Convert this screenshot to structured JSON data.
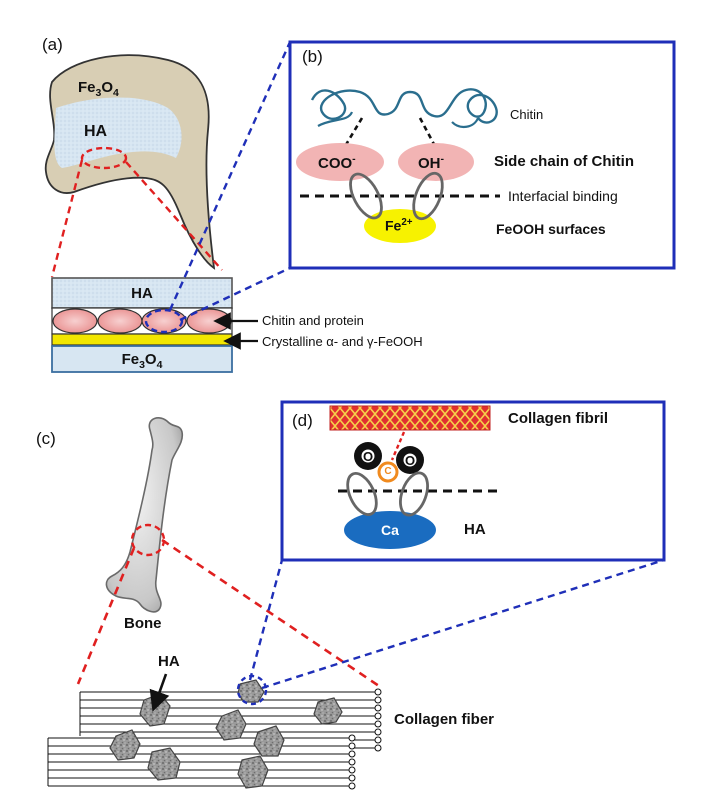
{
  "panels": {
    "a": {
      "label": "(a)",
      "tooth_outer": {
        "prefix": "Fe",
        "sub1": "3",
        "mid": "O",
        "sub2": "4"
      },
      "tooth_inner": "HA",
      "layer_ha": "HA",
      "layer_fe3o4": {
        "prefix": "Fe",
        "sub1": "3",
        "mid": "O",
        "sub2": "4"
      },
      "arrow_chitin": "Chitin and protein",
      "arrow_feooh": "Crystalline α- and γ-FeOOH"
    },
    "b": {
      "label": "(b)",
      "chitin": "Chitin",
      "coo": {
        "base": "COO",
        "sup": "-"
      },
      "oh": {
        "base": "OH",
        "sup": "-"
      },
      "fe": {
        "base": "Fe",
        "sup": "2+"
      },
      "side_chain": "Side chain of Chitin",
      "interfacial": "Interfacial binding",
      "feooh_surfaces": "FeOOH surfaces"
    },
    "c": {
      "label": "(c)",
      "bone": "Bone",
      "ha": "HA",
      "collagen_fiber": "Collagen fiber"
    },
    "d": {
      "label": "(d)",
      "collagen_fibril": "Collagen fibril",
      "o_left": "O",
      "c_center": "C",
      "o_right": "O",
      "ca": "Ca",
      "ha": "HA"
    }
  },
  "colors": {
    "panel_border": "#1f2fb8",
    "dash_red": "#e02020",
    "dash_blue": "#1f2fb8",
    "tooth_fill": "#d8ceb4",
    "ha_fill": "#d7e6f2",
    "chitin_fill": "#f0a8a8",
    "feooh_fill": "#f2e600",
    "fe_ion_fill": "#f7f200",
    "ca_fill": "#1a6cc0",
    "carbon_ring": "#f08a1e",
    "fibril_fill": "#e03030",
    "fibril_line": "#f5d04a",
    "chitin_strand": "#2a6e8e"
  }
}
